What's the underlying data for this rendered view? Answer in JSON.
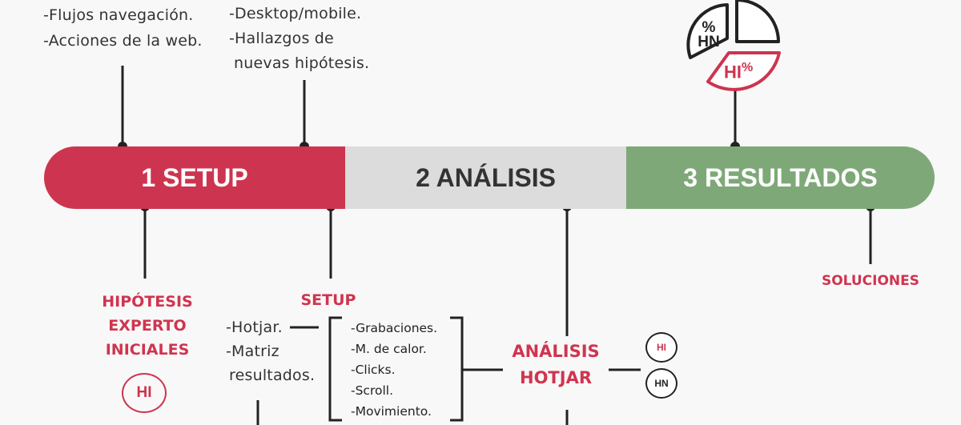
{
  "stages": [
    {
      "label": "1 SETUP"
    },
    {
      "label": "2 ANÁLISIS"
    },
    {
      "label": "3 RESULTADOS"
    }
  ],
  "top_notes": {
    "flujos": "-Flujos navegación.",
    "acciones": "-Acciones de la web.",
    "desktop": "-Desktop/mobile.",
    "hallazgos_1": "-Hallazgos de",
    "hallazgos_2": "nuevas hipótesis."
  },
  "results_chart": {
    "hn_label_1": "%",
    "hn_label_2": "HN",
    "hi_label": "HI",
    "hi_pct": "%"
  },
  "bottom": {
    "hipotesis": [
      "HIPÓTESIS",
      "EXPERTO",
      "INICIALES"
    ],
    "hi_badge": "HI",
    "setup_title": "SETUP",
    "setup_items": [
      "-Hotjar.",
      "-Matriz",
      "resultados."
    ],
    "hotjar_items": [
      "-Grabaciones.",
      "-M. de calor.",
      "-Clicks.",
      "-Scroll.",
      "-Movimiento."
    ],
    "analisis": [
      "ANÁLISIS",
      "HOTJAR"
    ],
    "hi_small": "HI",
    "hn_small": "HN",
    "soluciones": "SOLUCIONES"
  },
  "colors": {
    "setup": "#cd344f",
    "analisis": "#dcdcdc",
    "resultados": "#7ea878",
    "accent_red": "#d0344f",
    "line": "#222222"
  }
}
